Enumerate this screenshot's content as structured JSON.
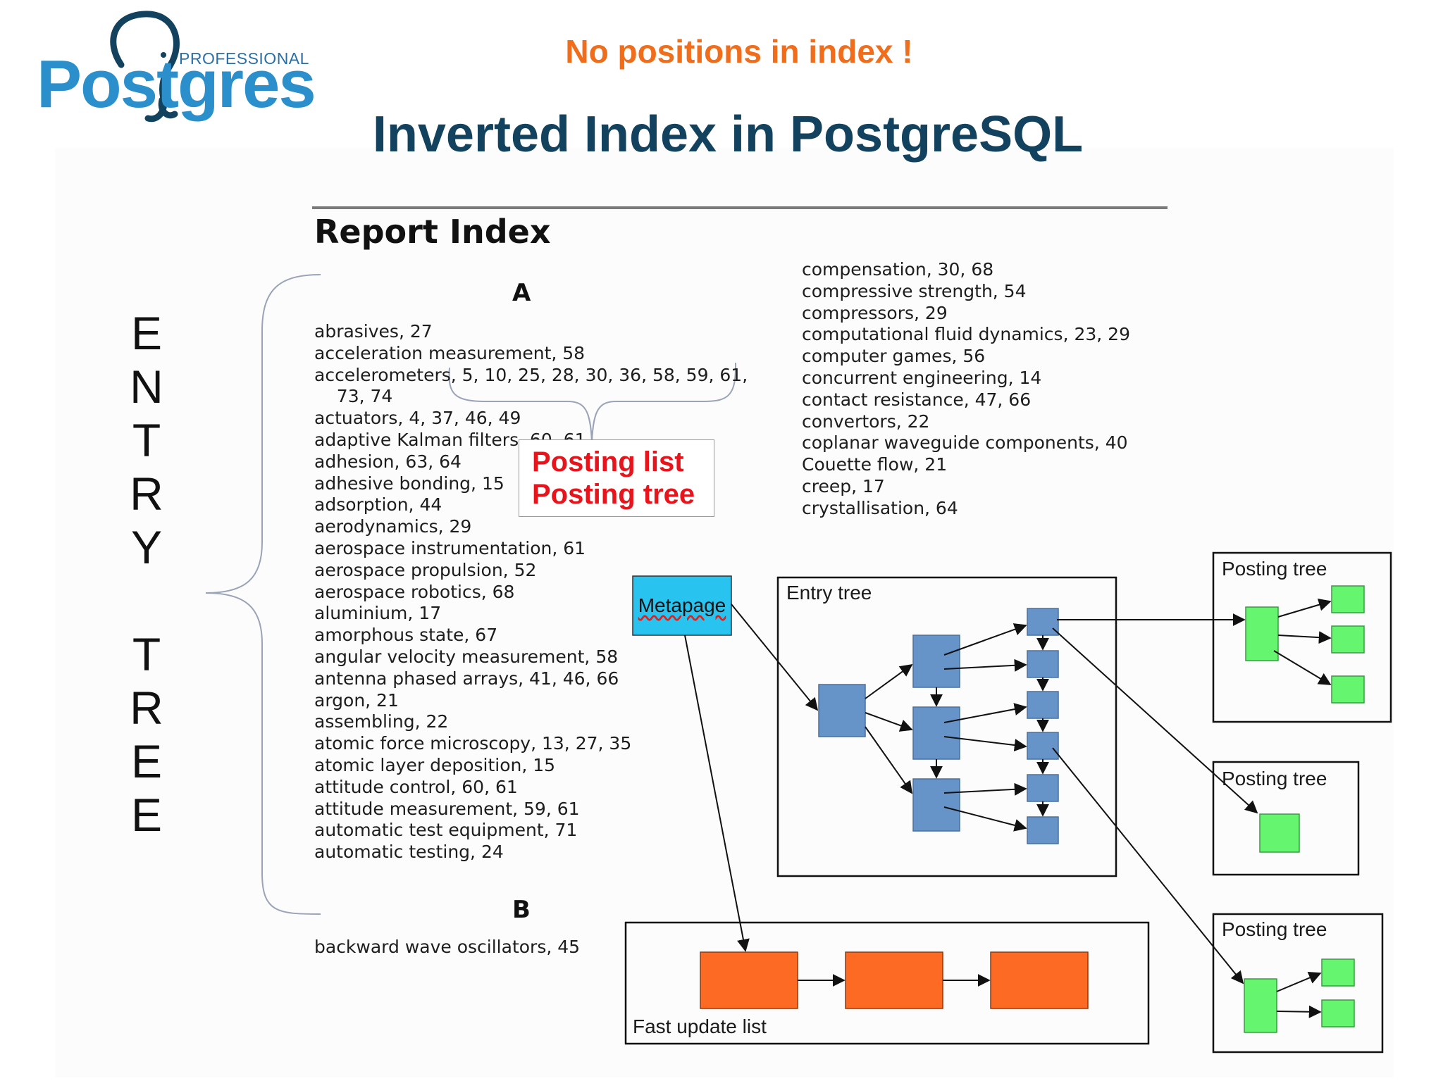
{
  "header": {
    "logo": {
      "professional": "PROFESSIONAL",
      "word": "Postgres"
    },
    "subtitle": "No positions in index !",
    "title": "Inverted Index in PostgreSQL"
  },
  "entry_tree_label": [
    "E",
    "N",
    "T",
    "R",
    "Y",
    "T",
    "R",
    "E",
    "E"
  ],
  "report": {
    "title": "Report Index",
    "section_a": "A",
    "section_b": "B",
    "a_entries": [
      "abrasives, 27",
      "acceleration measurement, 58",
      "accelerometers, 5, 10, 25, 28, 30, 36, 58, 59, 61,",
      "    73, 74",
      "actuators, 4, 37, 46, 49",
      "adaptive Kalman filters, 60, 61",
      "adhesion, 63, 64",
      "adhesive bonding, 15",
      "adsorption, 44",
      "aerodynamics, 29",
      "aerospace instrumentation, 61",
      "aerospace propulsion, 52",
      "aerospace robotics, 68",
      "aluminium, 17",
      "amorphous state, 67",
      "angular velocity measurement, 58",
      "antenna phased arrays, 41, 46, 66",
      "argon, 21",
      "assembling, 22",
      "atomic force microscopy, 13, 27, 35",
      "atomic layer deposition, 15",
      "attitude control, 60, 61",
      "attitude measurement, 59, 61",
      "automatic test equipment, 71",
      "automatic testing, 24"
    ],
    "b_entries": [
      "backward wave oscillators, 45"
    ],
    "c_entries": [
      "compensation, 30, 68",
      "compressive strength, 54",
      "compressors, 29",
      "computational fluid dynamics, 23, 29",
      "computer games, 56",
      "concurrent engineering, 14",
      "contact resistance, 47, 66",
      "convertors, 22",
      "coplanar waveguide components, 40",
      "Couette flow, 21",
      "creep, 17",
      "crystallisation, 64"
    ]
  },
  "callout": {
    "line1": "Posting list",
    "line2": "Posting tree"
  },
  "diagram": {
    "metapage": "Metapage",
    "entry_tree": "Entry tree",
    "posting_tree_1": "Posting tree",
    "posting_tree_2": "Posting tree",
    "posting_tree_3": "Posting tree",
    "fast_update_list": "Fast update list",
    "colors": {
      "metapage": "#29c3f0",
      "entry_node": "#6694c8",
      "posting_node": "#66f56e",
      "fast_update_node": "#fc6a24"
    }
  }
}
